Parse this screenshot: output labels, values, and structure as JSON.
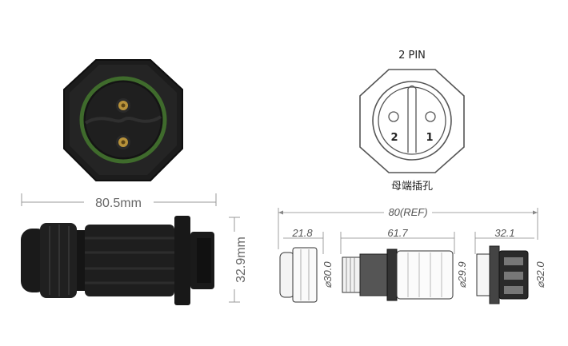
{
  "photo": {
    "width_label": "80.5mm",
    "height_label": "32.9mm"
  },
  "pin_diagram": {
    "title": "2 PIN",
    "subtitle": "母端插孔",
    "pin_numbers": [
      "2",
      "1"
    ]
  },
  "technical_drawing": {
    "overall": "80(REF)",
    "segment_left": "21.8",
    "segment_mid": "61.7",
    "segment_right": "32.1",
    "dia_left": "⌀30.0",
    "dia_mid": "⌀29.9",
    "dia_right": "⌀32.0"
  },
  "colors": {
    "body": "#1b1b1b",
    "seal_ring": "#3f6b2c",
    "contact": "#b8923a",
    "dim_line": "#777777"
  }
}
